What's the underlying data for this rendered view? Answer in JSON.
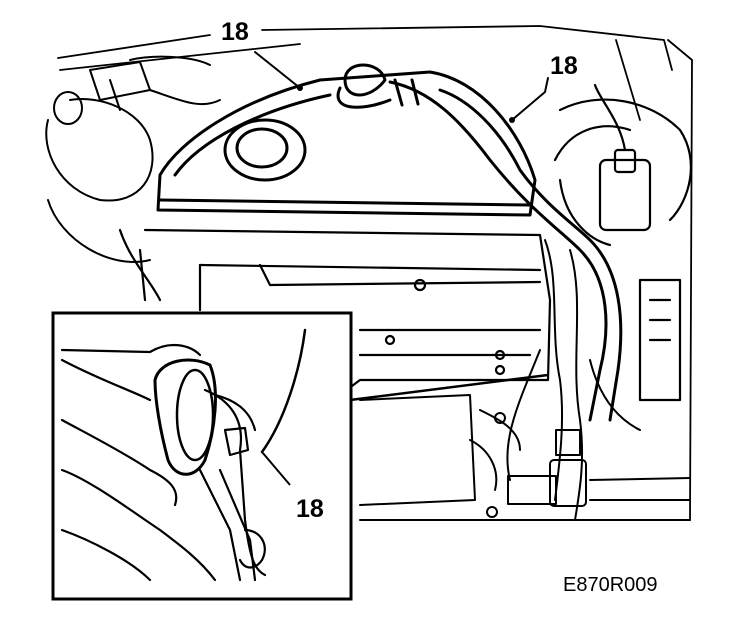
{
  "diagram": {
    "callouts": [
      {
        "id": "top-left",
        "label": "18"
      },
      {
        "id": "top-right",
        "label": "18"
      },
      {
        "id": "inset",
        "label": "18"
      }
    ],
    "figure_code": "E870R009"
  }
}
